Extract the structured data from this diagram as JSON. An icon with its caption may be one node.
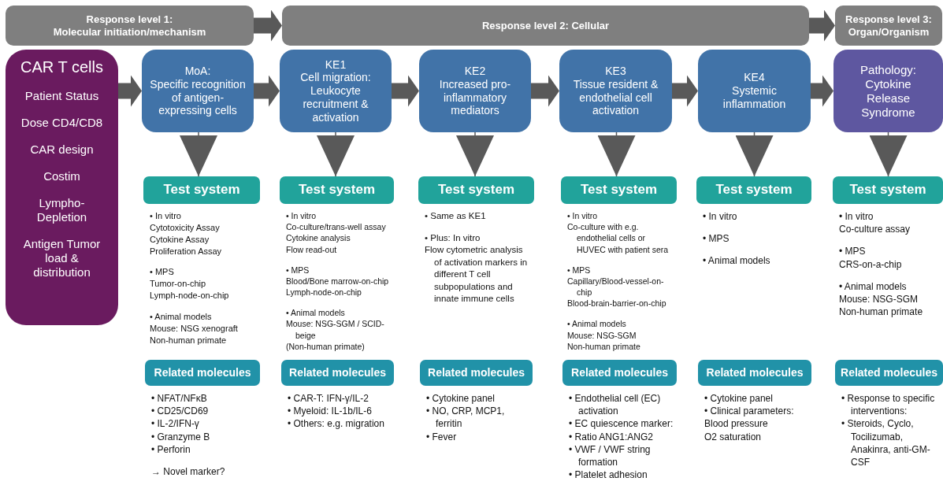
{
  "diagram": {
    "nodes": [
      {
        "text": [
          "Response level 1:",
          "Molecular initiation/mechanism"
        ]
      },
      {
        "text": [
          "Response level 2: Cellular"
        ]
      },
      {
        "text": [
          "Response level 3:",
          "Organ/Organism"
        ]
      },
      {
        "text": [
          "CAR T cells",
          "Patient Status",
          "Dose CD4/CD8",
          "CAR design",
          "Costim",
          "Lympho-Depletion",
          "Antigen Tumor load & distribution"
        ]
      },
      {
        "text": [
          "MoA:",
          "Specific recognition of antigen-expressing cells"
        ]
      },
      {
        "text": [
          "KE1",
          "Cell migration: Leukocyte recruitment & activation"
        ]
      },
      {
        "text": [
          "KE2",
          "Increased pro-inflammatory mediators"
        ]
      },
      {
        "text": [
          "KE3",
          "Tissue resident & endothelial cell activation"
        ]
      },
      {
        "text": [
          "KE4",
          "Systemic inflammation"
        ]
      },
      {
        "text": [
          "Pathology:",
          "Cytokine Release Syndrome"
        ]
      },
      {
        "text": [
          "Test system"
        ],
        "beside": [
          "• In vitro",
          "Cytotoxicity Assay",
          "Cytokine Assay",
          "Proliferation Assay",
          "• MPS",
          "Tumor-on-chip",
          "Lymph-node-on-chip",
          "• Animal models",
          "Mouse: NSG xenograft",
          "Non-human primate"
        ]
      },
      {
        "text": [
          "Test system"
        ],
        "beside": [
          "• In vitro",
          "Co-culture/trans-well assay",
          "Cytokine analysis",
          "Flow read-out",
          "• MPS",
          "Blood/Bone marrow-on-chip",
          "Lymph-node-on-chip",
          "• Animal models",
          "Mouse: NSG-SGM / SCID-beige",
          "(Non-human primate)"
        ]
      },
      {
        "text": [
          "Test system"
        ],
        "beside": [
          "• Same as KE1",
          "• Plus: In vitro",
          "Flow cytometric analysis of activation markers in different T cell subpopulations and innate immune cells"
        ]
      },
      {
        "text": [
          "Test system"
        ],
        "beside": [
          "• In vitro",
          "Co-culture with e.g. endothelial cells or HUVEC with patient sera",
          "• MPS",
          "Capillary/Blood-vessel-on-chip",
          "Blood-brain-barrier-on-chip",
          "• Animal models",
          "Mouse: NSG-SGM",
          "Non-human primate"
        ]
      },
      {
        "text": [
          "Test system"
        ],
        "beside": [
          "• In vitro",
          "• MPS",
          "• Animal models"
        ]
      },
      {
        "text": [
          "Test system"
        ],
        "beside": [
          "• In vitro",
          "Co-culture assay",
          "• MPS",
          "CRS-on-a-chip",
          "• Animal models",
          "Mouse: NSG-SGM",
          "Non-human primate"
        ]
      },
      {
        "text": [
          "Related molecules"
        ],
        "beside": [
          "• NFAT/NFκB",
          "• CD25/CD69",
          "• IL-2/IFN-γ",
          "• Granzyme B",
          "• Perforin",
          "→ Novel marker?"
        ]
      },
      {
        "text": [
          "Related molecules"
        ],
        "beside": [
          "• CAR-T: IFN-γ/IL-2",
          "• Myeloid: IL-1b/IL-6",
          "• Others: e.g. migration"
        ]
      },
      {
        "text": [
          "Related molecules"
        ],
        "beside": [
          "• Cytokine panel",
          "• NO, CRP, MCP1, ferritin",
          "• Fever"
        ]
      },
      {
        "text": [
          "Related molecules"
        ],
        "beside": [
          "• Endothelial cell (EC) activation",
          "• EC quiescence marker:",
          "• Ratio ANG1:ANG2",
          "• VWF / VWF string formation",
          "• Platelet adhesion"
        ]
      },
      {
        "text": [
          "Related molecules"
        ],
        "beside": [
          "• Cytokine panel",
          "• Clinical parameters:",
          "Blood pressure",
          "O2 saturation"
        ]
      },
      {
        "text": [
          "Related molecules"
        ],
        "beside": [
          "• Response to specific interventions:",
          "• Steroids, Cyclo, Tocilizumab, Anakinra, anti-GM-CSF"
        ]
      }
    ],
    "edges": [
      {
        "from": 0,
        "to": 1,
        "arrow": "to"
      },
      {
        "from": 1,
        "to": 2,
        "arrow": "to"
      },
      {
        "from": 3,
        "to": 4,
        "arrow": "to"
      },
      {
        "from": 4,
        "to": 5,
        "arrow": "to"
      },
      {
        "from": 5,
        "to": 6,
        "arrow": "to"
      },
      {
        "from": 6,
        "to": 7,
        "arrow": "to"
      },
      {
        "from": 7,
        "to": 8,
        "arrow": "to"
      },
      {
        "from": 8,
        "to": 9,
        "arrow": "to"
      },
      {
        "from": 4,
        "to": 10,
        "arrow": "to"
      },
      {
        "from": 5,
        "to": 11,
        "arrow": "to"
      },
      {
        "from": 6,
        "to": 12,
        "arrow": "to"
      },
      {
        "from": 7,
        "to": 13,
        "arrow": "to"
      },
      {
        "from": 8,
        "to": 14,
        "arrow": "to"
      },
      {
        "from": 9,
        "to": 15,
        "arrow": "to"
      }
    ]
  }
}
